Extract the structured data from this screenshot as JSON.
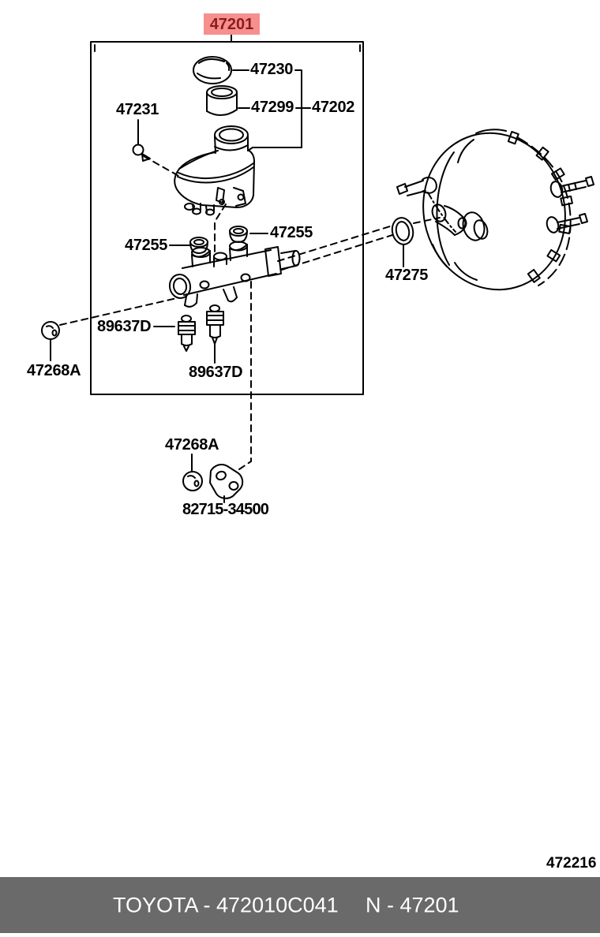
{
  "colors": {
    "highlight-bg": "#f5908f",
    "highlight-fg": "#8e1b1b",
    "footer-bg": "#6a6a6a",
    "footer-fg": "#ffffff",
    "line": "#000000"
  },
  "diagram": {
    "selected_callout": "47201",
    "callouts": [
      {
        "id": "cap",
        "number": "47230"
      },
      {
        "id": "strainer",
        "number": "47299"
      },
      {
        "id": "reservoir-assy",
        "number": "47202"
      },
      {
        "id": "screw",
        "number": "47231"
      },
      {
        "id": "grommet-right",
        "number": "47255"
      },
      {
        "id": "grommet-left",
        "number": "47255"
      },
      {
        "id": "sensor-left",
        "number": "89637D"
      },
      {
        "id": "sensor-bottom",
        "number": "89637D"
      },
      {
        "id": "nut-left",
        "number": "47268A"
      },
      {
        "id": "nut-middle",
        "number": "47268A"
      },
      {
        "id": "bracket",
        "number": "82715-34500"
      },
      {
        "id": "oring",
        "number": "47275"
      }
    ],
    "figure_number": "472216"
  },
  "footer": {
    "catalog_code": "TOYOTA - 472010C041",
    "reference": "N - 47201"
  }
}
